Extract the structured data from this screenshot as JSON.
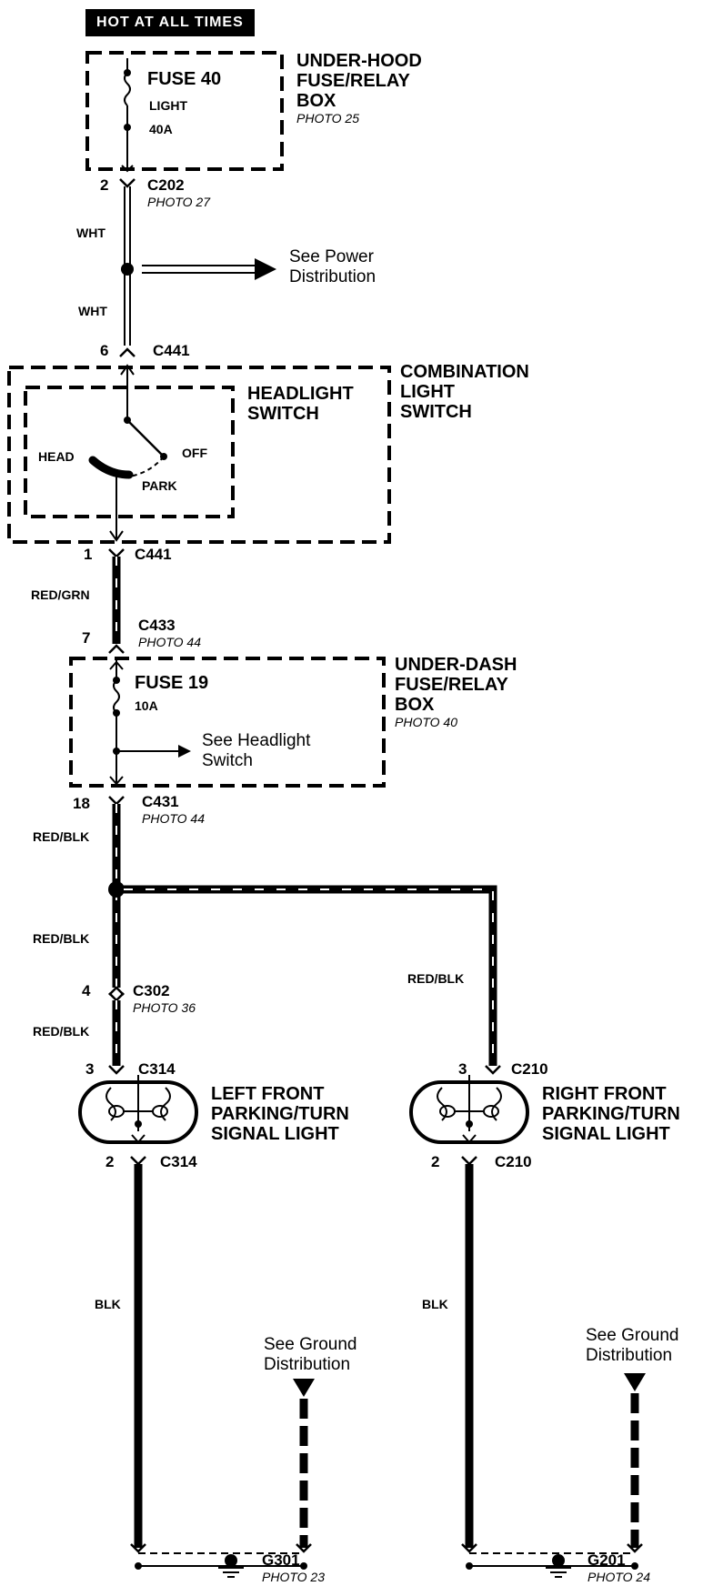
{
  "header": {
    "hot_label": "HOT AT ALL TIMES"
  },
  "under_hood_box": {
    "title_lines": [
      "UNDER-HOOD",
      "FUSE/RELAY",
      "BOX"
    ],
    "photo": "PHOTO 25"
  },
  "fuse40": {
    "name": "FUSE 40",
    "circuit": "LIGHT",
    "rating": "40A"
  },
  "c202": {
    "pin": "2",
    "name": "C202",
    "photo": "PHOTO 27"
  },
  "wire_wht": {
    "color_upper": "WHT",
    "color_lower": "WHT"
  },
  "power_ref": {
    "lines": [
      "See Power",
      "Distribution"
    ]
  },
  "c441_top": {
    "pin": "6",
    "name": "C441"
  },
  "combination_switch": {
    "title_lines": [
      "COMBINATION",
      "LIGHT",
      "SWITCH"
    ]
  },
  "headlight_switch": {
    "title_lines": [
      "HEADLIGHT",
      "SWITCH"
    ],
    "pos_head": "HEAD",
    "pos_off": "OFF",
    "pos_park": "PARK"
  },
  "c441_bottom": {
    "pin": "1",
    "name": "C441"
  },
  "wire_red_grn": {
    "color": "RED/GRN"
  },
  "c433": {
    "pin": "7",
    "name": "C433",
    "photo": "PHOTO 44"
  },
  "under_dash_box": {
    "title_lines": [
      "UNDER-DASH",
      "FUSE/RELAY",
      "BOX"
    ],
    "photo": "PHOTO 40"
  },
  "fuse19": {
    "name": "FUSE 19",
    "rating": "10A"
  },
  "headlight_ref": {
    "lines": [
      "See Headlight",
      "Switch"
    ]
  },
  "c431": {
    "pin": "18",
    "name": "C431",
    "photo": "PHOTO 44"
  },
  "wire_red_blk": {
    "a": "RED/BLK",
    "b": "RED/BLK",
    "c": "RED/BLK",
    "d": "RED/BLK"
  },
  "c302": {
    "pin": "4",
    "name": "C302",
    "photo": "PHOTO 36"
  },
  "left_light": {
    "pin_top": "3",
    "conn_top": "C314",
    "pin_bottom": "2",
    "conn_bottom": "C314",
    "title_lines": [
      "LEFT FRONT",
      "PARKING/TURN",
      "SIGNAL LIGHT"
    ]
  },
  "right_light": {
    "pin_top": "3",
    "conn_top": "C210",
    "pin_bottom": "2",
    "conn_bottom": "C210",
    "title_lines": [
      "RIGHT FRONT",
      "PARKING/TURN",
      "SIGNAL LIGHT"
    ]
  },
  "wire_blk": {
    "left": "BLK",
    "right": "BLK"
  },
  "ground_ref_left": {
    "lines": [
      "See Ground",
      "Distribution"
    ]
  },
  "ground_ref_right": {
    "lines": [
      "See Ground",
      "Distribution"
    ]
  },
  "g301": {
    "name": "G301",
    "photo": "PHOTO 23"
  },
  "g201": {
    "name": "G201",
    "photo": "PHOTO 24"
  }
}
